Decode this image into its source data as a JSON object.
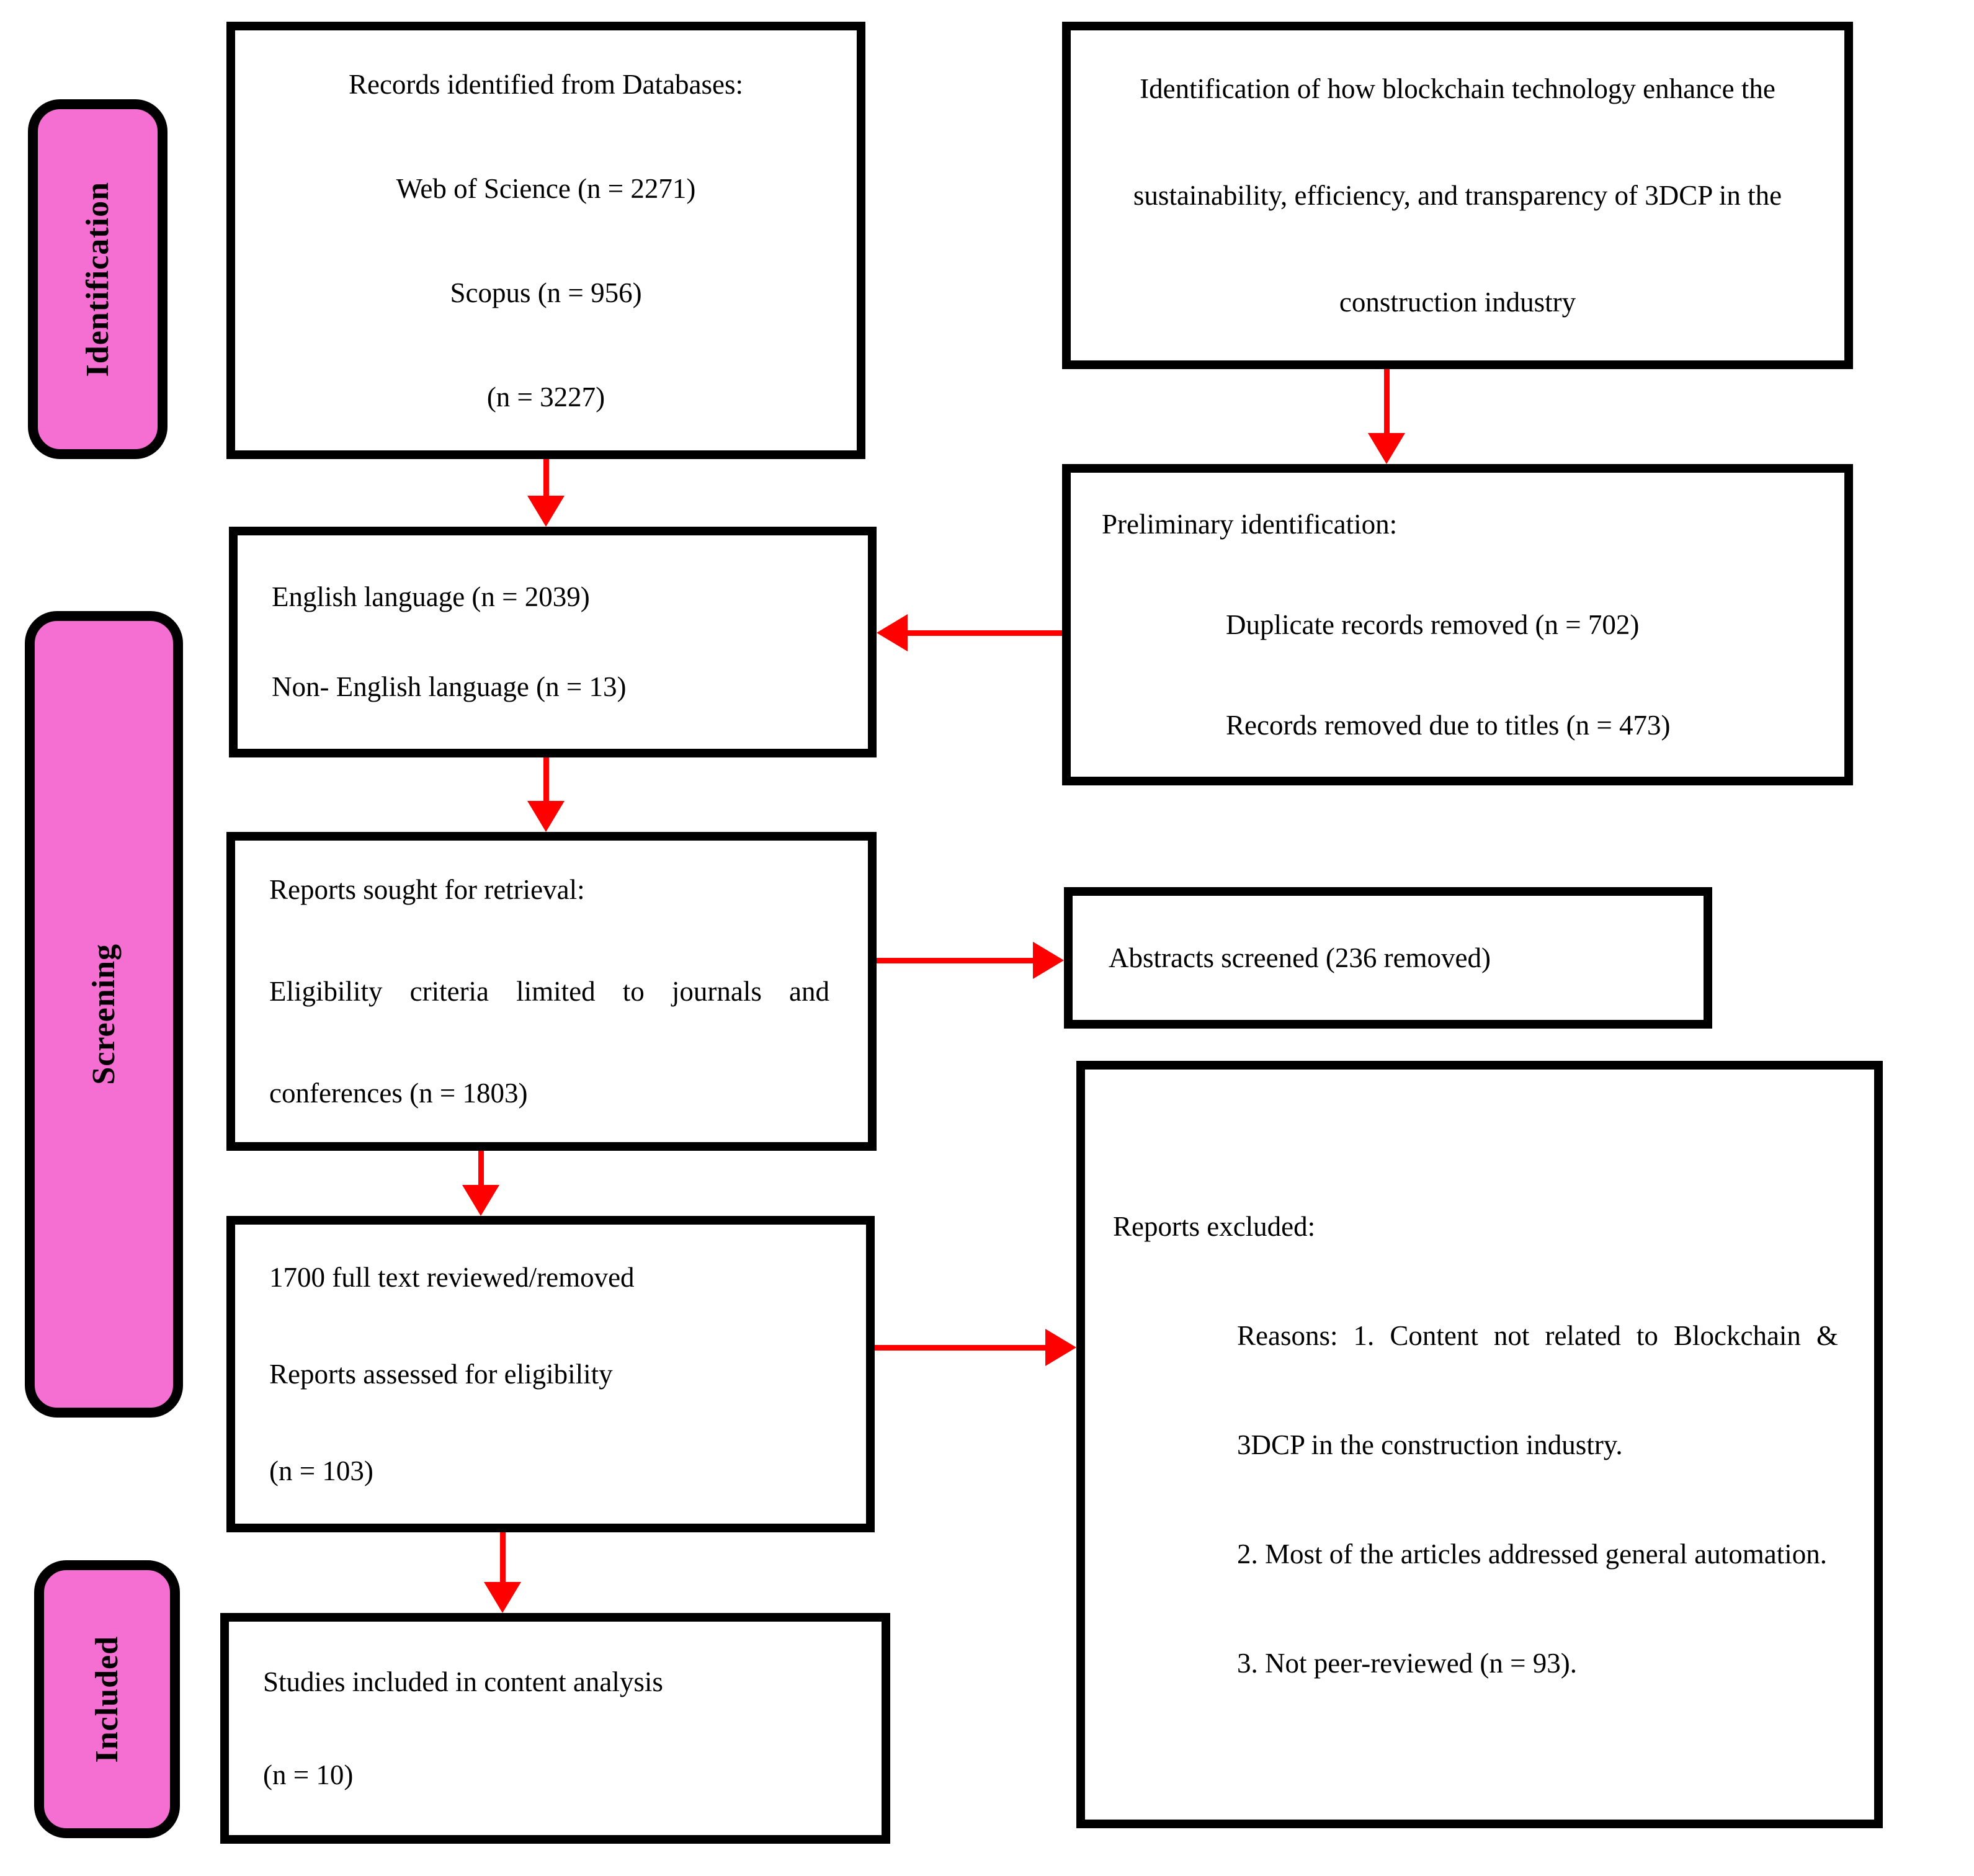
{
  "diagram_title": "PRISMA-style systematic review flow diagram",
  "colors": {
    "stage_fill": "#F56ED2",
    "arrow": "#FF0000",
    "box_border": "#000000",
    "box_fill": "#FFFFFF"
  },
  "stage_labels": {
    "identification": "Identification",
    "screening": "Screening",
    "included": "Included"
  },
  "boxes": {
    "records": {
      "lines": [
        "Records identified from Databases:",
        "Web of Science (n = 2271)",
        "Scopus (n = 956)",
        "(n = 3227)"
      ]
    },
    "objective": {
      "lines": [
        "Identification of how blockchain technology enhance the",
        "sustainability, efficiency, and transparency of 3DCP in the",
        "construction industry"
      ]
    },
    "language": {
      "lines": [
        "English language (n = 2039)",
        "Non- English language (n = 13)"
      ]
    },
    "preliminary": {
      "lines": [
        "Preliminary identification:",
        "Duplicate records removed (n = 702)",
        "Records removed due to titles (n = 473)"
      ]
    },
    "retrieval": {
      "lines": [
        "Reports sought for retrieval:",
        "Eligibility criteria limited to journals and",
        "conferences (n = 1803)"
      ]
    },
    "abstracts": {
      "lines": [
        "Abstracts screened (236 removed)"
      ]
    },
    "fulltext": {
      "lines": [
        "1700 full text reviewed/removed",
        "Reports assessed for eligibility",
        "(n = 103)"
      ]
    },
    "excluded": {
      "lines": [
        "Reports excluded:",
        "Reasons: 1. Content not related to Blockchain &",
        "3DCP in the construction industry.",
        "2. Most of the articles addressed general automation.",
        "3. Not peer-reviewed (n = 93)."
      ]
    },
    "included_studies": {
      "lines": [
        "Studies included in content analysis",
        "(n = 10)"
      ]
    }
  }
}
